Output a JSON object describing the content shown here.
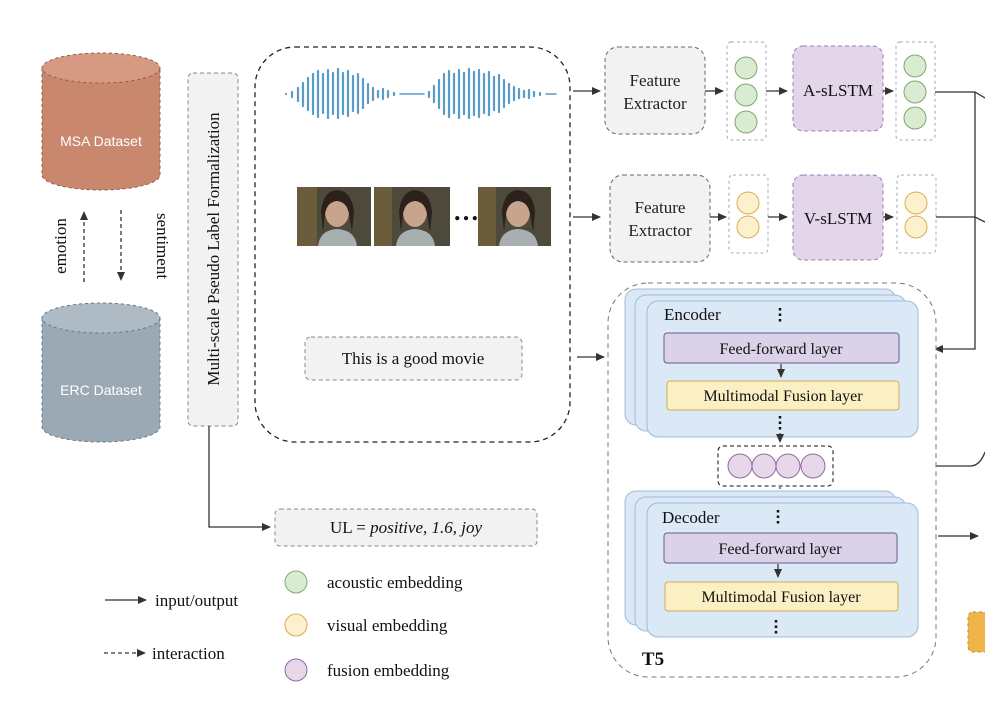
{
  "datasets": {
    "msa_label": "MSA Dataset",
    "erc_label": "ERC Dataset",
    "emotion_label": "emotion",
    "sentiment_label": "sentiment"
  },
  "formalization_label": "Multi-scale Pseudo Label Formalization",
  "inputs": {
    "video_ellipsis": "…",
    "text_sample": "This is a good movie"
  },
  "acoustic_branch": {
    "extractor_line1": "Feature",
    "extractor_line2": "Extractor",
    "encoder_label": "A-sLSTM"
  },
  "visual_branch": {
    "extractor_line1": "Feature",
    "extractor_line2": "Extractor",
    "encoder_label": "V-sLSTM"
  },
  "t5": {
    "title": "T5",
    "encoder": {
      "title": "Encoder",
      "ff_label": "Feed-forward layer",
      "fusion_label": "Multimodal Fusion layer"
    },
    "decoder": {
      "title": "Decoder",
      "ff_label": "Feed-forward layer",
      "fusion_label": "Multimodal Fusion layer"
    }
  },
  "output": {
    "prefix": "UL = ",
    "values": "positive, 1.6, joy"
  },
  "legend": {
    "arrows": [
      {
        "label": "input/output"
      },
      {
        "label": "interaction"
      }
    ],
    "embeddings": [
      {
        "label": "acoustic embedding",
        "color": "#d9ecd2"
      },
      {
        "label": "visual embedding",
        "color": "#fdf0cc"
      },
      {
        "label": "fusion embedding",
        "color": "#e6d7ea"
      }
    ]
  },
  "colors": {
    "msa_cylinder": "#c9876e",
    "erc_cylinder": "#9aa9b4",
    "acoustic": "#d9ecd2",
    "visual": "#fdf0cc",
    "fusion": "#e6d7ea",
    "slstm_box": "#e3d6ea",
    "t5_layer": "#dbe8f6",
    "ff_layer": "#d9d2e8",
    "fusion_layer": "#fbefc4",
    "waveform": "#5b9cc7"
  }
}
